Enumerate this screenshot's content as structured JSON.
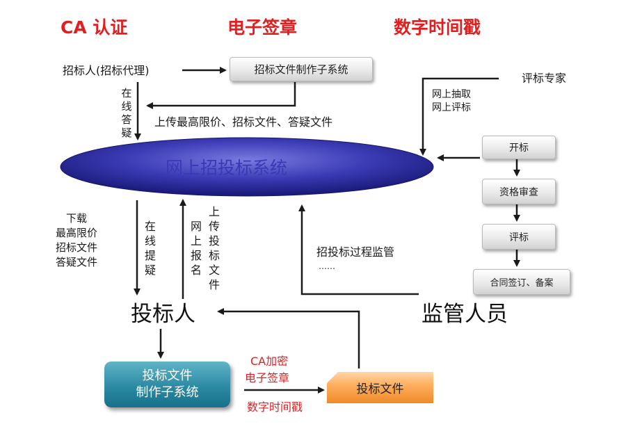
{
  "headers": {
    "ca": "CA 认证",
    "esign": "电子签章",
    "timestamp": "数字时间戳"
  },
  "labels": {
    "tenderer": "招标人(招标代理)",
    "upload_text": "上传最高限价、招标文件、答疑文件",
    "expert": "评标专家",
    "online_extract": "网上抽取",
    "online_eval": "网上评标",
    "download_lines": [
      "下载",
      "最高限价",
      "招标文件",
      "答疑文件"
    ],
    "online_answer": [
      "在",
      "线",
      "答",
      "疑"
    ],
    "online_question": [
      "在",
      "线",
      "提",
      "疑"
    ],
    "online_register": [
      "网",
      "上",
      "报",
      "名"
    ],
    "upload_docs": [
      "上",
      "传",
      "投",
      "标",
      "文",
      "件"
    ],
    "supervision": "招投标过程监管",
    "ellipsis": "……",
    "bidder": "投标人",
    "supervisor": "监管人员",
    "ca_encrypt": "CA加密",
    "esign_bottom": "电子签章",
    "timestamp_bottom": "数字时间戳"
  },
  "boxes": {
    "tender_doc_system": "招标文件制作子系统",
    "central_system": "网上招投标系统",
    "open_bid": "开标",
    "qualification": "资格审查",
    "evaluation": "评标",
    "contract": "合同签订、备案",
    "bid_doc_system_lines": [
      "投标文件",
      "制作子系统"
    ],
    "bid_doc": "投标文件"
  },
  "colors": {
    "header_red": "#e02020",
    "ellipse_fill": "#2a2aa0",
    "ellipse_text": "#3939b8",
    "teal_box": "#2c8aa3",
    "orange_box": "#f7a24a"
  }
}
